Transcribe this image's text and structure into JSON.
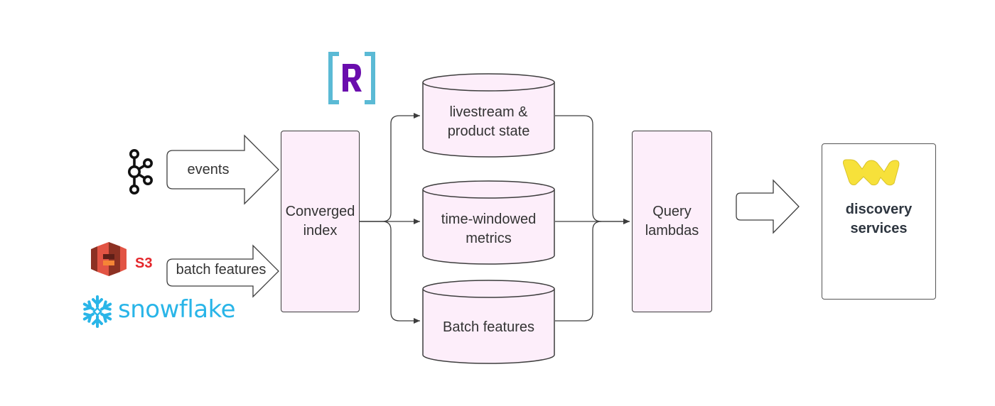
{
  "inputs": {
    "events_label": "events",
    "batch_label": "batch features",
    "s3_label": "S3",
    "snowflake_label": "snowflake"
  },
  "nodes": {
    "converged_index": "Converged\nindex",
    "query_lambdas": "Query\nlambdas",
    "discovery_services": "discovery\nservices"
  },
  "datastores": [
    {
      "label": "livestream &\nproduct state"
    },
    {
      "label": "time-windowed\nmetrics"
    },
    {
      "label": "Batch features"
    }
  ],
  "colors": {
    "node_fill": "#fdeefa",
    "stroke": "#3d3d3d",
    "rockset_bracket": "#5bbad5",
    "rockset_letter": "#6a0dad",
    "s3": "#e4262b",
    "snowflake": "#29b5e8",
    "whatnot_logo": "#f7e13a"
  },
  "icons": {
    "kafka": "kafka-icon",
    "s3": "aws-s3-icon",
    "snowflake": "snowflake-icon",
    "rockset": "rockset-logo",
    "whatnot": "whatnot-logo"
  }
}
